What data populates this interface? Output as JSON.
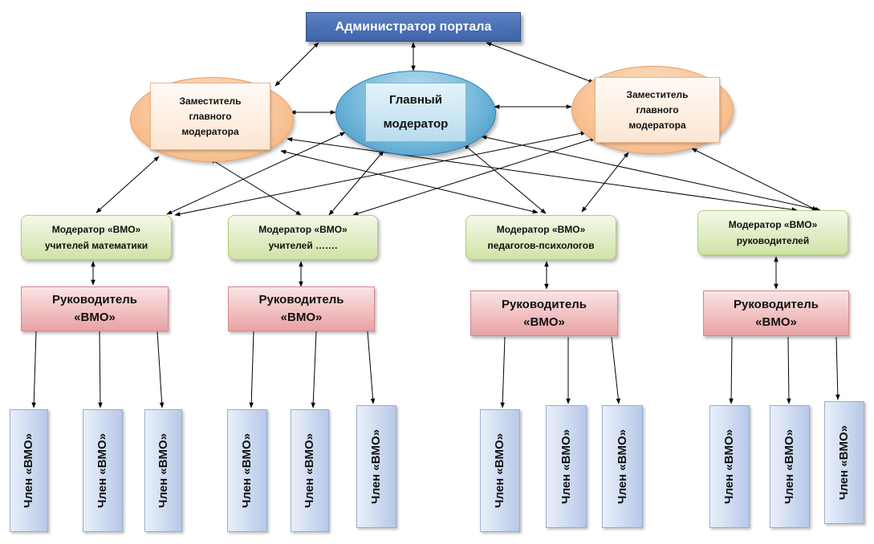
{
  "colors": {
    "admin": "#4a6fb5",
    "deputy": "#f8bf8e",
    "main": "#6fb5d9",
    "moderator": "#cfe3a6",
    "leader": "#e8a2a4",
    "member": "#b7c9e8",
    "arrow": "#000000"
  },
  "admin": {
    "label": "Администратор портала"
  },
  "deputy_left": {
    "lines": [
      "Заместитель",
      "главного",
      "модератора"
    ]
  },
  "main_moderator": {
    "lines": [
      "Главный",
      "модератор"
    ]
  },
  "deputy_right": {
    "lines": [
      "Заместитель",
      "главного",
      "модератора"
    ]
  },
  "moderators": [
    {
      "lines": [
        "Модератор «ВМО»",
        "учителей математики"
      ]
    },
    {
      "lines": [
        "Модератор «ВМО»",
        "учителей ……."
      ]
    },
    {
      "lines": [
        "Модератор «ВМО»",
        "педагогов-психологов"
      ]
    },
    {
      "lines": [
        "Модератор «ВМО»",
        "руководителей"
      ]
    }
  ],
  "leaders": [
    {
      "lines": [
        "Руководитель",
        "«ВМО»"
      ]
    },
    {
      "lines": [
        "Руководитель",
        "«ВМО»"
      ]
    },
    {
      "lines": [
        "Руководитель",
        "«ВМО»"
      ]
    },
    {
      "lines": [
        "Руководитель",
        "«ВМО»"
      ]
    }
  ],
  "member_label": "Член «ВМО»",
  "members": [
    {
      "label": "Член «ВМО»"
    },
    {
      "label": "Член «ВМО»"
    },
    {
      "label": "Член «ВМО»"
    },
    {
      "label": "Член «ВМО»"
    },
    {
      "label": "Член «ВМО»"
    },
    {
      "label": "Член «ВМО»"
    },
    {
      "label": "Член «ВМО»"
    },
    {
      "label": "Член «ВМО»"
    },
    {
      "label": "Член «ВМО»"
    },
    {
      "label": "Член «ВМО»"
    },
    {
      "label": "Член «ВМО»"
    },
    {
      "label": "Член «ВМО»"
    }
  ]
}
